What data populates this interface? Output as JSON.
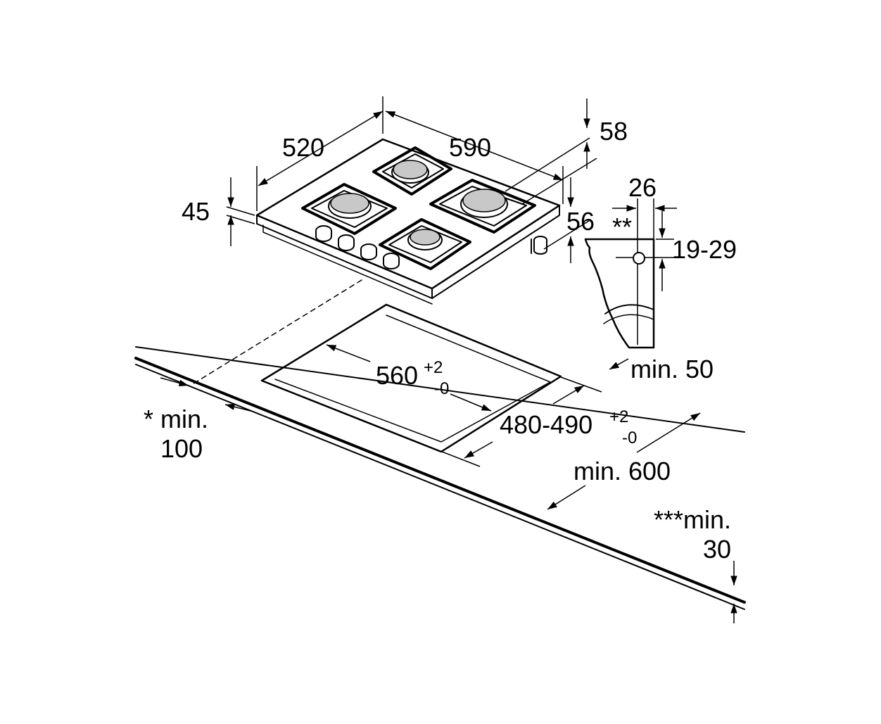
{
  "labels": {
    "width_590": "590",
    "depth_520": "520",
    "height_45": "45",
    "gas_58": "58",
    "gas_56": "56",
    "offset_26": "26",
    "double_star": "**",
    "range_19_29": "19-29",
    "min_50": "min. 50",
    "cutout_560": "560",
    "cutout_560_plus": "+2",
    "cutout_560_minus": "-0",
    "cutout_480_490": "480-490",
    "cutout_480_plus": "+2",
    "cutout_480_minus": "-0",
    "min_600": "min. 600",
    "star_min": "* min.",
    "val_100": "100",
    "triple_star_min": "***min.",
    "val_30": "30"
  }
}
